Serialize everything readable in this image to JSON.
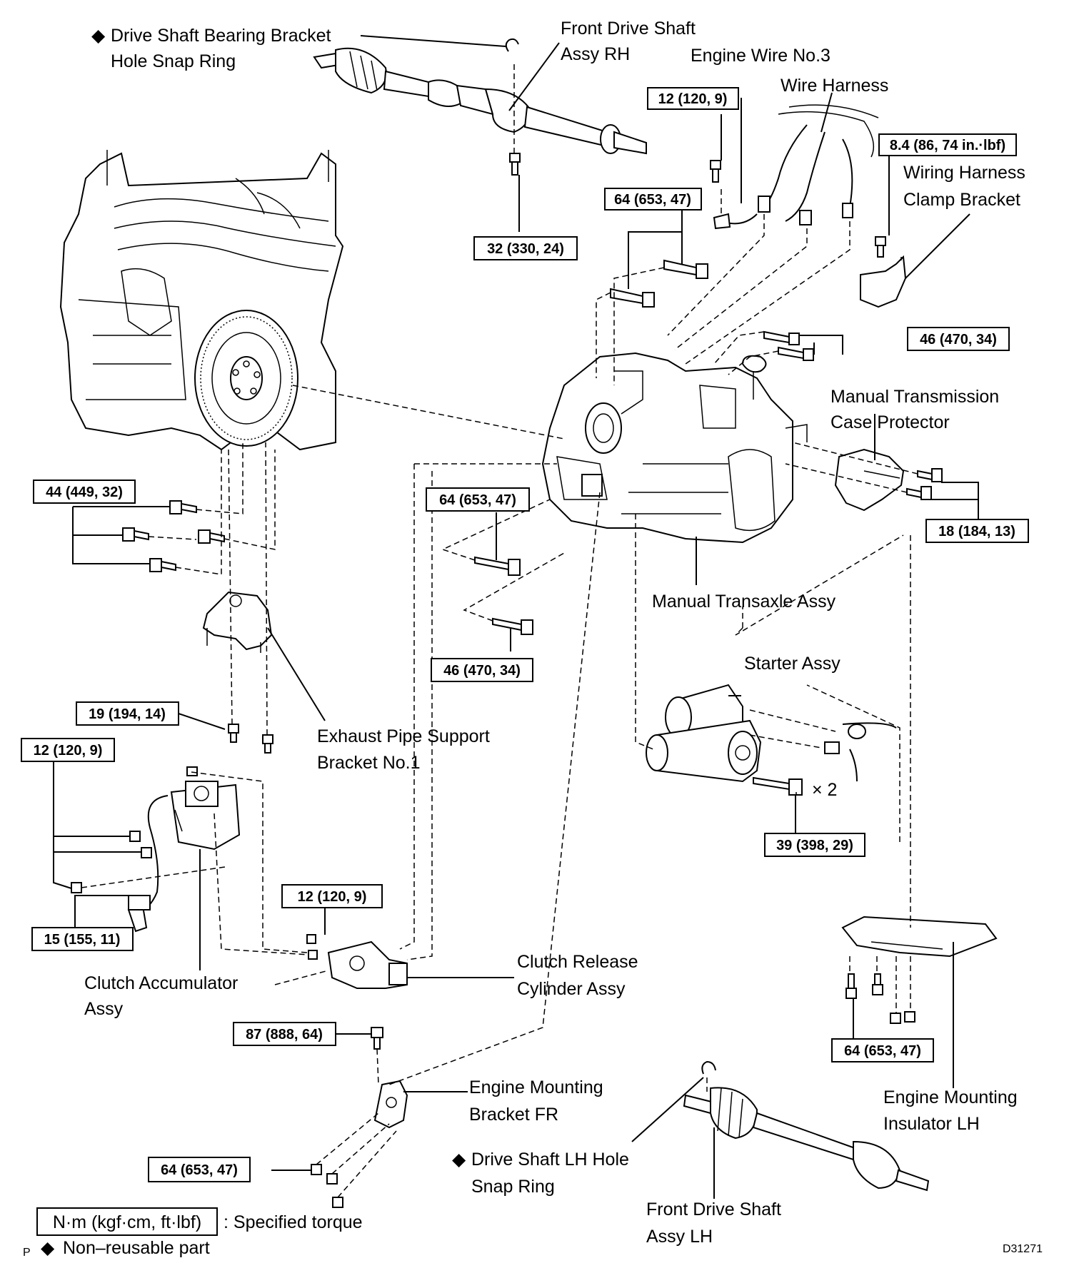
{
  "labels": {
    "rh_snap_ring": [
      "Drive Shaft Bearing Bracket",
      "Hole Snap Ring"
    ],
    "front_shaft_rh": [
      "Front  Drive  Shaft",
      "Assy RH"
    ],
    "engine_wire": "Engine Wire No.3",
    "wire_harness": "Wire Harness",
    "clamp_bracket": [
      "Wiring Harness",
      "Clamp Bracket"
    ],
    "case_protector": [
      "Manual Transmission",
      "Case Protector"
    ],
    "transaxle": "Manual Transaxle Assy",
    "starter": "Starter Assy",
    "times_two": "× 2",
    "exhaust_bracket": [
      "Exhaust Pipe Support",
      "Bracket No.1"
    ],
    "clutch_accumulator": [
      "Clutch  Accumulator",
      "Assy"
    ],
    "clutch_release": [
      "Clutch Release",
      "Cylinder Assy"
    ],
    "mount_bracket_fr": [
      "Engine Mounting",
      "Bracket FR"
    ],
    "lh_snap_ring": [
      "Drive Shaft LH Hole",
      "Snap Ring"
    ],
    "front_shaft_lh": [
      "Front  Drive  Shaft",
      "Assy LH"
    ],
    "insulator_lh": [
      "Engine Mounting",
      "Insulator LH"
    ]
  },
  "torques": {
    "t12_wire": "12 (120, 9)",
    "t8_4": "8.4 (86, 74 in.·lbf)",
    "t64_top": "64 (653, 47)",
    "t32": "32 (330, 24)",
    "t46_right": "46 (470, 34)",
    "t44": "44 (449, 32)",
    "t64_mid": "64 (653, 47)",
    "t18": "18 (184, 13)",
    "t46_mid": "46 (470, 34)",
    "t19": "19 (194, 14)",
    "t12_acc": "12 (120, 9)",
    "t39": "39 (398, 29)",
    "t15": "15 (155, 11)",
    "t12_rel": "12 (120, 9)",
    "t87": "87 (888, 64)",
    "t64_ins": "64 (653, 47)",
    "t64_bot": "64 (653, 47)"
  },
  "legend": {
    "unit_box": "N·m (kgf·cm, ft·lbf)",
    "specified": ": Specified torque",
    "p_marker": "P",
    "non_reusable": "Non–reusable part"
  },
  "symbols": {
    "diamond": "◆"
  },
  "figure_id": "D31271"
}
